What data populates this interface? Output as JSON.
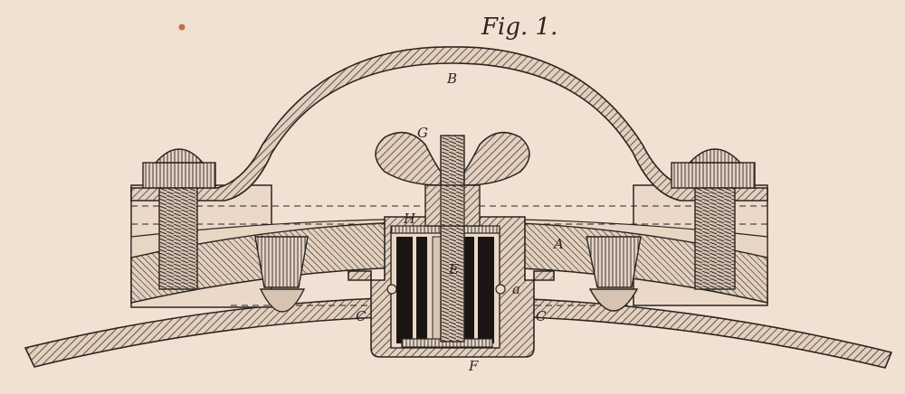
{
  "figure": {
    "title": "Fig. 1.",
    "labels": {
      "B": "B",
      "G": "G",
      "H": "H",
      "A": "A",
      "E": "E",
      "a": "a",
      "C_left": "C",
      "C_right": "C",
      "F": "F"
    }
  },
  "colors": {
    "paper": "#f1e1d3",
    "ink": "#2a2420",
    "metal": "#d9c7b6",
    "dark": "#1a1512"
  }
}
